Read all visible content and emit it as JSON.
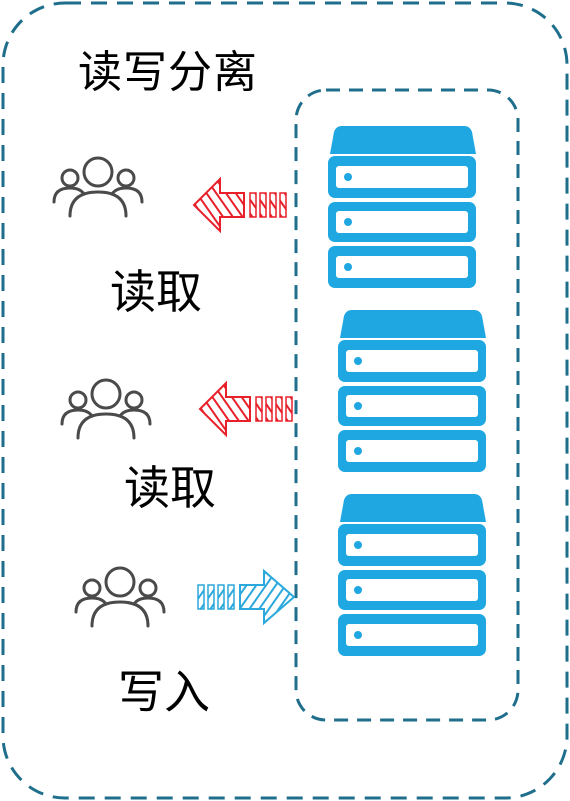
{
  "title": "读写分离",
  "clients": [
    {
      "label": "读取",
      "direction": "read",
      "icon": "users-icon"
    },
    {
      "label": "读取",
      "direction": "read",
      "icon": "users-icon"
    },
    {
      "label": "写入",
      "direction": "write",
      "icon": "users-icon"
    }
  ],
  "servers": [
    {
      "icon": "server-stack-icon"
    },
    {
      "icon": "server-stack-icon"
    },
    {
      "icon": "server-stack-icon"
    }
  ],
  "colors": {
    "border": "#1f6e8c",
    "server": "#1ea7e1",
    "read_arrow": "#e8202a",
    "write_arrow": "#2ba8dc",
    "icon": "#4a4a4a"
  }
}
